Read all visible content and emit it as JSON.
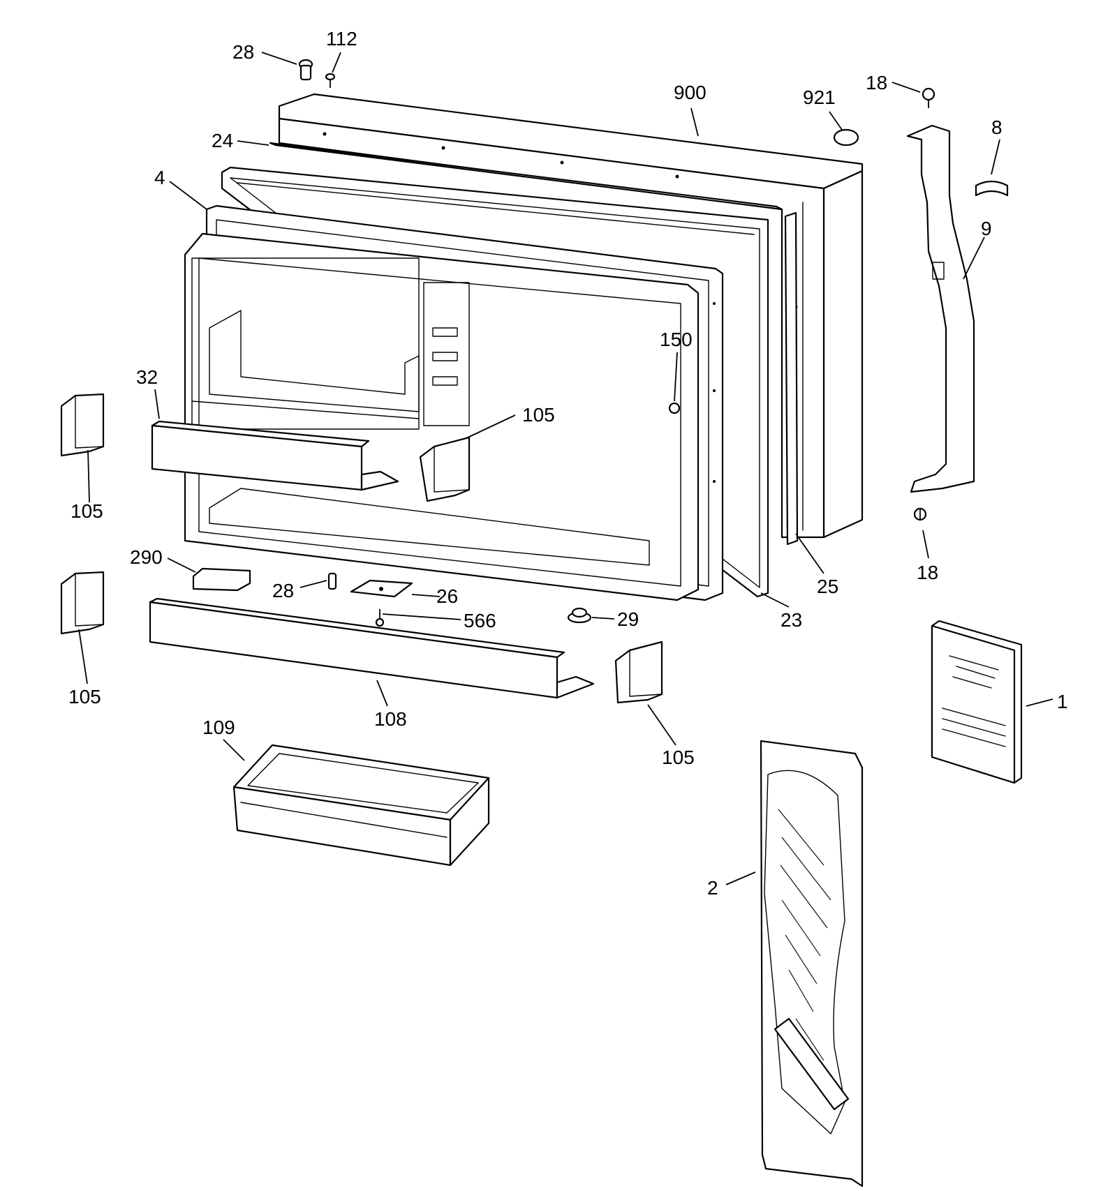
{
  "diagram": {
    "callouts": [
      {
        "id": "c-28-top",
        "label": "28"
      },
      {
        "id": "c-112",
        "label": "112"
      },
      {
        "id": "c-900",
        "label": "900"
      },
      {
        "id": "c-921",
        "label": "921"
      },
      {
        "id": "c-18-top",
        "label": "18"
      },
      {
        "id": "c-8",
        "label": "8"
      },
      {
        "id": "c-24",
        "label": "24"
      },
      {
        "id": "c-4",
        "label": "4"
      },
      {
        "id": "c-9",
        "label": "9"
      },
      {
        "id": "c-150",
        "label": "150"
      },
      {
        "id": "c-32",
        "label": "32"
      },
      {
        "id": "c-105-mid",
        "label": "105"
      },
      {
        "id": "c-105-left-top",
        "label": "105"
      },
      {
        "id": "c-290",
        "label": "290"
      },
      {
        "id": "c-28-mid",
        "label": "28"
      },
      {
        "id": "c-26",
        "label": "26"
      },
      {
        "id": "c-566",
        "label": "566"
      },
      {
        "id": "c-29",
        "label": "29"
      },
      {
        "id": "c-23",
        "label": "23"
      },
      {
        "id": "c-25",
        "label": "25"
      },
      {
        "id": "c-18-bot",
        "label": "18"
      },
      {
        "id": "c-105-left-bot",
        "label": "105"
      },
      {
        "id": "c-108",
        "label": "108"
      },
      {
        "id": "c-105-right",
        "label": "105"
      },
      {
        "id": "c-109",
        "label": "109"
      },
      {
        "id": "c-1",
        "label": "1"
      },
      {
        "id": "c-2",
        "label": "2"
      }
    ]
  }
}
